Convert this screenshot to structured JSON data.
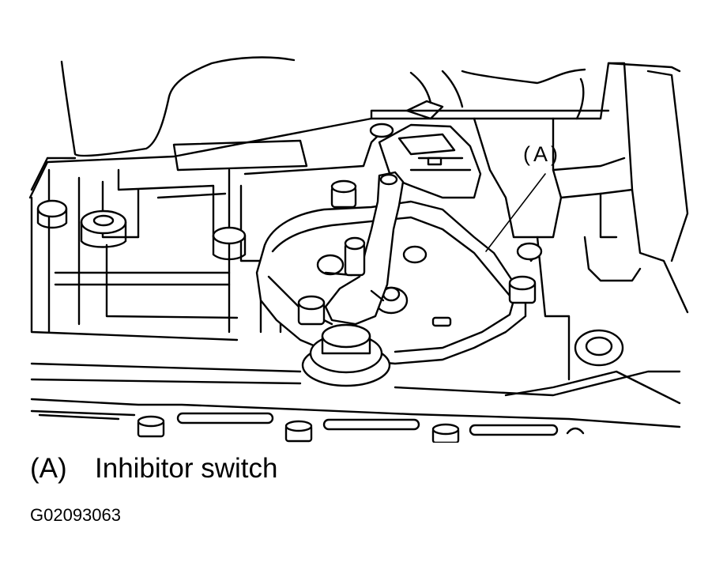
{
  "figure": {
    "callout": "(A)",
    "legend": {
      "key": "(A)",
      "text": "Inhibitor switch"
    },
    "code": "G02093063"
  }
}
